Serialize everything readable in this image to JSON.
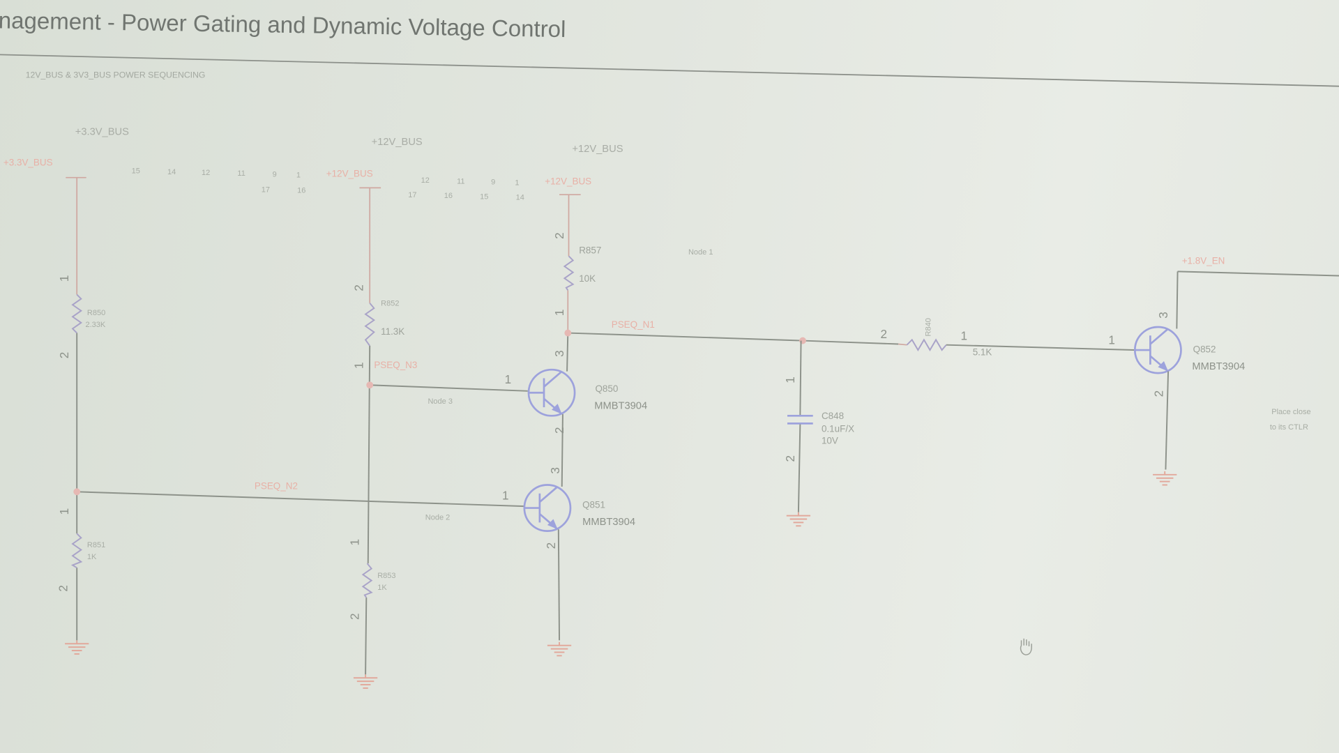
{
  "header": {
    "title": "nagement - Power Gating and Dynamic Voltage Control",
    "section": "12V_BUS & 3V3_BUS POWER SEQUENCING"
  },
  "power_labels": {
    "bus33_gray": "+3.3V_BUS",
    "bus33_red": "+3.3V_BUS",
    "bus12_gray_a": "+12V_BUS",
    "bus12_red_a": "+12V_BUS",
    "bus12_gray_b": "+12V_BUS",
    "bus12_red_b": "+12V_BUS",
    "en18": "+1.8V_EN"
  },
  "pin_rows": {
    "row1_top": [
      "15",
      "14",
      "12",
      "11",
      "9",
      "1"
    ],
    "row1_bottom": [
      "17",
      "16"
    ],
    "row2_top": [
      "12",
      "11",
      "9",
      "1"
    ],
    "row2_bottom": [
      "17",
      "16",
      "15",
      "14"
    ]
  },
  "nets": {
    "n1": "PSEQ_N1",
    "n2": "PSEQ_N2",
    "n3": "PSEQ_N3",
    "node1": "Node 1",
    "node2": "Node 2",
    "node3": "Node 3"
  },
  "components": {
    "r850": {
      "ref": "R850",
      "value": "2.33K",
      "pin_a": "1",
      "pin_b": "2"
    },
    "r851": {
      "ref": "R851",
      "value": "1K",
      "pin_a": "1",
      "pin_b": "2"
    },
    "r852": {
      "ref": "R852",
      "value": "11.3K",
      "pin_a": "2",
      "pin_b": "1"
    },
    "r853": {
      "ref": "R853",
      "value": "1K",
      "pin_a": "1",
      "pin_b": "2"
    },
    "r857": {
      "ref": "R857",
      "value": "10K",
      "pin_a": "2",
      "pin_b": "1"
    },
    "r840": {
      "ref": "R840",
      "value": "5.1K",
      "pin_a": "2",
      "pin_b": "1"
    },
    "c848": {
      "ref": "C848",
      "value": "0.1uF/X",
      "voltage": "10V",
      "pin_a": "1",
      "pin_b": "2"
    },
    "q850": {
      "ref": "Q850",
      "part": "MMBT3904",
      "pin_b": "1",
      "pin_c": "3",
      "pin_e": "2"
    },
    "q851": {
      "ref": "Q851",
      "part": "MMBT3904",
      "pin_b": "1",
      "pin_c": "3",
      "pin_e": "2"
    },
    "q852": {
      "ref": "Q852",
      "part": "MMBT3904",
      "pin_b": "1",
      "pin_c": "3",
      "pin_e": "2"
    }
  },
  "notes": {
    "place_line1": "Place close",
    "place_line2": "to its CTLR"
  }
}
